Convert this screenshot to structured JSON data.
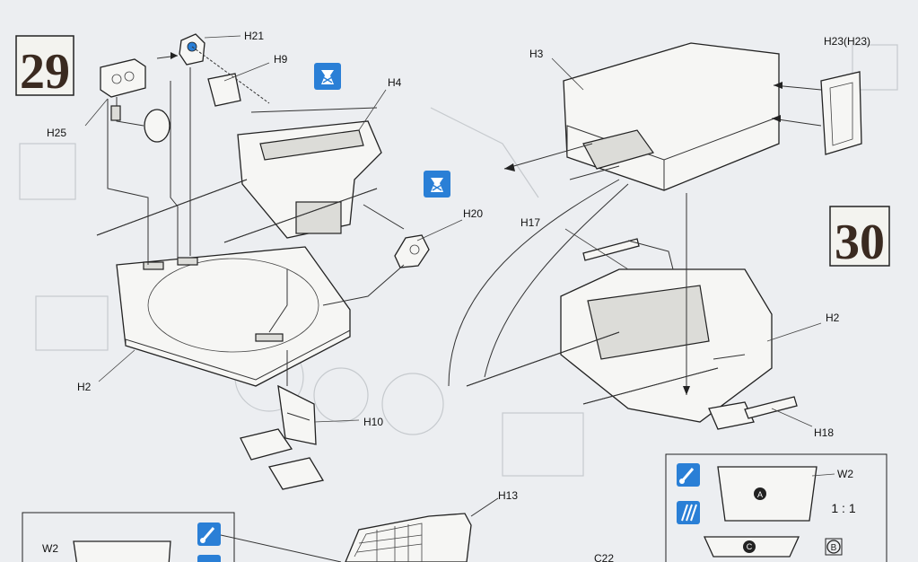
{
  "steps": {
    "step_a": "29",
    "step_b": "30"
  },
  "labels": {
    "h21": "H21",
    "h9": "H9",
    "h25": "H25",
    "h4": "H4",
    "h20": "H20",
    "h2_left": "H2",
    "h10": "H10",
    "h13": "H13",
    "h3": "H3",
    "h23": "H23(H23)",
    "h17": "H17",
    "h2_right": "H2",
    "h18": "H18",
    "w2_right": "W2",
    "w2_left": "W2",
    "c22": "C22"
  },
  "legend": {
    "ratio": "1 : 1",
    "marker_a": "A",
    "marker_c": "C",
    "marker_b": "B"
  },
  "colors": {
    "icon_blue": "#2a7fd6",
    "ink": "#222222",
    "step_brown": "#3a2a20"
  }
}
